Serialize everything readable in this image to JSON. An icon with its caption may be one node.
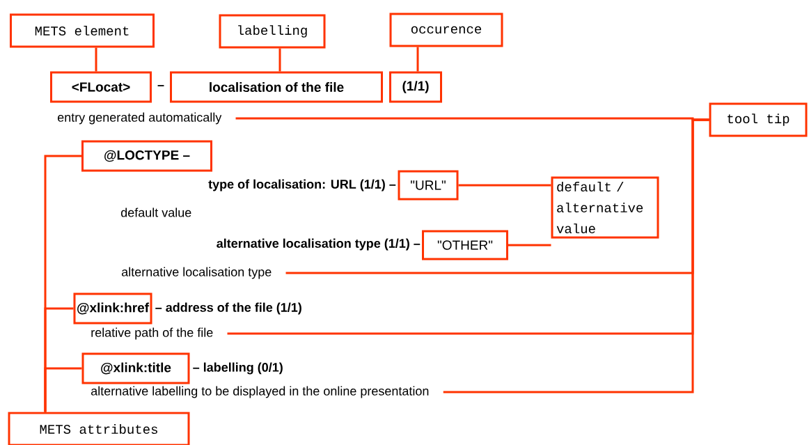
{
  "diagram": {
    "nodes": [
      {
        "text": [
          "METS element"
        ]
      },
      {
        "text": [
          "labelling"
        ]
      },
      {
        "text": [
          "occurence"
        ]
      },
      {
        "text": [
          "<FLocat>"
        ]
      },
      {
        "text": [
          "localisation of the file"
        ]
      },
      {
        "text": [
          "(1/1)"
        ]
      },
      {
        "text": [
          "tool tip"
        ]
      },
      {
        "text": [
          "entry generated automatically"
        ]
      },
      {
        "text": [
          "@LOCTYPE –"
        ]
      },
      {
        "text": [
          "\"URL\""
        ]
      },
      {
        "text": [
          "default / alternative value"
        ]
      },
      {
        "text": [
          "\"OTHER\""
        ]
      },
      {
        "text": [
          "alternative localisation type"
        ]
      },
      {
        "text": [
          "@xlink:href"
        ]
      },
      {
        "text": [
          "relative path of the file"
        ]
      },
      {
        "text": [
          "@xlink:title"
        ]
      },
      {
        "text": [
          "alternative labelling to be displayed in the online presentation"
        ]
      },
      {
        "text": [
          "METS attributes"
        ]
      }
    ],
    "edges": [
      {
        "from": 0,
        "to": 3,
        "arrow": "none"
      },
      {
        "from": 1,
        "to": 4,
        "arrow": "none"
      },
      {
        "from": 2,
        "to": 5,
        "arrow": "none"
      },
      {
        "from": 7,
        "to": 6,
        "arrow": "none"
      },
      {
        "from": 12,
        "to": 6,
        "arrow": "none"
      },
      {
        "from": 14,
        "to": 6,
        "arrow": "none"
      },
      {
        "from": 16,
        "to": 6,
        "arrow": "none"
      },
      {
        "from": 9,
        "to": 10,
        "arrow": "none"
      },
      {
        "from": 11,
        "to": 10,
        "arrow": "none"
      },
      {
        "from": 17,
        "to": 8,
        "arrow": "none"
      },
      {
        "from": 17,
        "to": 13,
        "arrow": "none"
      },
      {
        "from": 17,
        "to": 15,
        "arrow": "none"
      }
    ],
    "labels": [
      "–",
      "type of localisation: URL (1/1) –",
      "default value",
      "alternative localisation type (1/1) –",
      "– address of the file (1/1)",
      "– labelling (0/1)"
    ]
  }
}
